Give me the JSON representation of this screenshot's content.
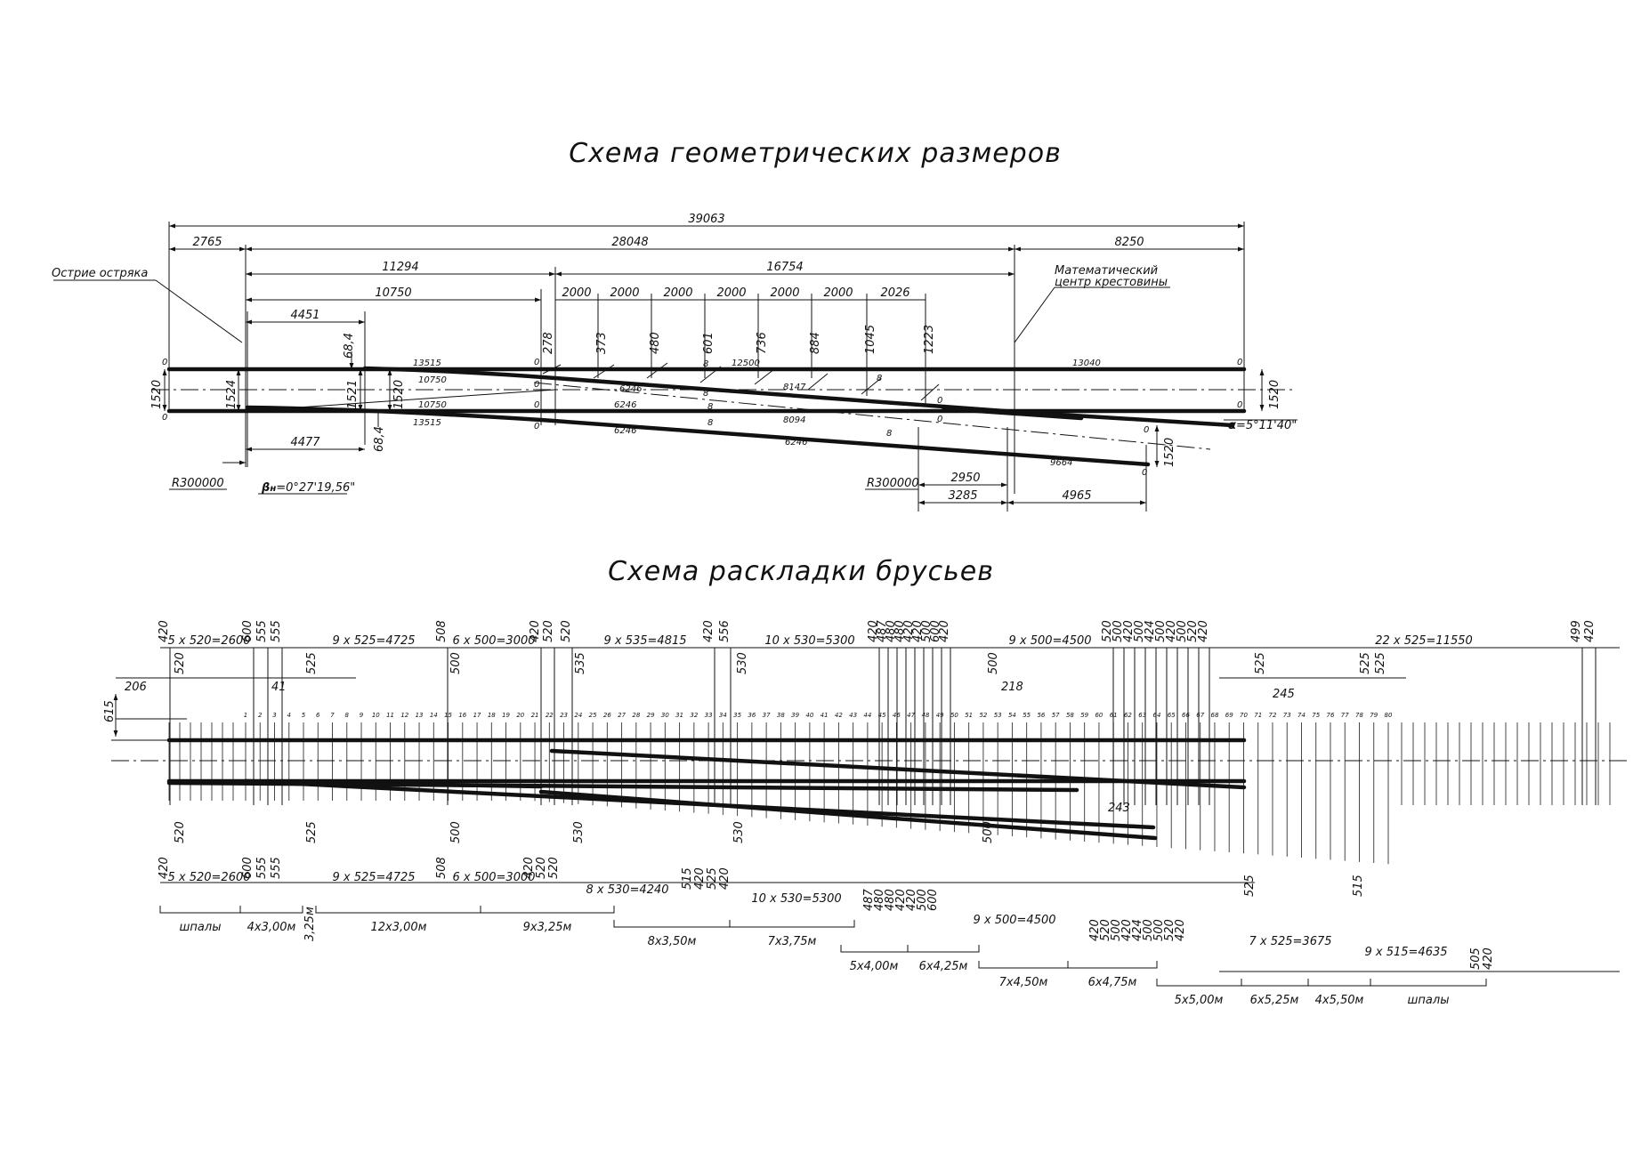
{
  "geometry_section": {
    "title": "Схема геометрических размеров",
    "labels": {
      "point_of_switch": "Острие остряка",
      "math_center_line1": "Математический",
      "math_center_line2": "центр крестовины",
      "radius_left": "R300000",
      "radius_right": "R300000",
      "beta": "β",
      "beta_sub": "н",
      "beta_value": "=0°27'19,56\"",
      "alpha": "α",
      "alpha_value": "=5°11'40\""
    },
    "dims": {
      "total": "39063",
      "front": "2765",
      "middle": "28048",
      "rear": "8250",
      "lead_a": "11294",
      "lead_b": "16754",
      "lead_c": "10750",
      "switch_len": "4451",
      "switch_len_low": "4477",
      "ordinate_steps": [
        "2000",
        "2000",
        "2000",
        "2000",
        "2000",
        "2000",
        "2026"
      ],
      "ordinates": [
        "278",
        "373",
        "480",
        "601",
        "736",
        "884",
        "1045",
        "1223"
      ],
      "ord_68_top": "68,4",
      "ord_68_bot": "68,4",
      "gauge": "1520",
      "gauge_right": "1520",
      "gauge_1524": "1524",
      "gauge_1521": "1521",
      "gauge_1520_mid": "1520",
      "gauge_1520_div": "1520",
      "rail_13515_top": "13515",
      "rail_13515_bot": "13515",
      "rail_10750_a": "10750",
      "rail_10750_b": "10750",
      "rail_13040": "13040",
      "rail_12500": "12500",
      "rail_8147": "8147",
      "rail_8094": "8094",
      "rail_6246_a": "6246",
      "rail_6246_b": "6246",
      "rail_6246_c": "6246",
      "rail_6246_d": "6246",
      "rail_9664": "9664",
      "d_2950": "2950",
      "d_3285": "3285",
      "d_4965": "4965",
      "zero": "0",
      "eight": "8"
    }
  },
  "ties_section": {
    "title": "Схема раскладки брусьев",
    "top_groups": [
      "5 x 520=2600",
      "9 x 525=4725",
      "6 x 500=3000",
      "9 x 535=4815",
      "10 x 530=5300",
      "9 x 500=4500",
      "22 x 525=11550"
    ],
    "top_dims": [
      "420",
      "600",
      "555",
      "555",
      "508",
      "420",
      "520",
      "520",
      "420",
      "556",
      "420",
      "487",
      "480",
      "480",
      "420",
      "420",
      "500",
      "600",
      "420",
      "520",
      "500",
      "420",
      "500",
      "424",
      "500",
      "420",
      "500",
      "520",
      "420",
      "499",
      "420"
    ],
    "top_lower_dims": [
      "520",
      "525",
      "500",
      "535",
      "530",
      "500",
      "525",
      "525",
      "525"
    ],
    "offsets": [
      "206",
      "41",
      "218",
      "245",
      "615"
    ],
    "bottom_groups": [
      "5 x 520=2600",
      "9 x 525=4725",
      "6 x 500=3000",
      "8 x 530=4240",
      "10 x 530=5300",
      "9 x 500=4500",
      "7 x 525=3675",
      "9 x 515=4635"
    ],
    "bottom_dims": [
      "420",
      "600",
      "555",
      "555",
      "508",
      "420",
      "520",
      "520",
      "515",
      "420",
      "525",
      "420",
      "487",
      "480",
      "480",
      "420",
      "420",
      "500",
      "600",
      "420",
      "520",
      "500",
      "420",
      "424",
      "500",
      "500",
      "520",
      "420",
      "505",
      "420"
    ],
    "bottom_upper_dims": [
      "520",
      "525",
      "500",
      "530",
      "530",
      "500",
      "525",
      "515",
      "243"
    ],
    "lengths_row1": [
      "шпалы",
      "4x3,00м",
      "3,25м",
      "12x3,00м",
      "9x3,25м"
    ],
    "lengths_row2": [
      "8x3,50м",
      "7x3,75м"
    ],
    "lengths_row3": [
      "5x4,00м",
      "6x4,25м"
    ],
    "lengths_row4": [
      "7x4,50м",
      "6x4,75м"
    ],
    "lengths_row5": [
      "5x5,00м",
      "6x5,25м",
      "4x5,50м",
      "шпалы"
    ],
    "tie_numbers": [
      "1",
      "2",
      "3",
      "4",
      "5",
      "6",
      "7",
      "8",
      "9",
      "10",
      "11",
      "12",
      "13",
      "14",
      "15",
      "16",
      "17",
      "18",
      "19",
      "20",
      "21",
      "22",
      "23",
      "24",
      "25",
      "26",
      "27",
      "28",
      "29",
      "30",
      "31",
      "32",
      "33",
      "34",
      "35",
      "36",
      "37",
      "38",
      "39",
      "40",
      "41",
      "42",
      "43",
      "44",
      "45",
      "46",
      "47",
      "48",
      "49",
      "50",
      "51",
      "52",
      "53",
      "54",
      "55",
      "56",
      "57",
      "58",
      "59",
      "60",
      "61",
      "62",
      "63",
      "64",
      "65",
      "66",
      "67",
      "68",
      "69",
      "70",
      "71",
      "72",
      "73",
      "74",
      "75",
      "76",
      "77",
      "78",
      "79",
      "80"
    ]
  }
}
